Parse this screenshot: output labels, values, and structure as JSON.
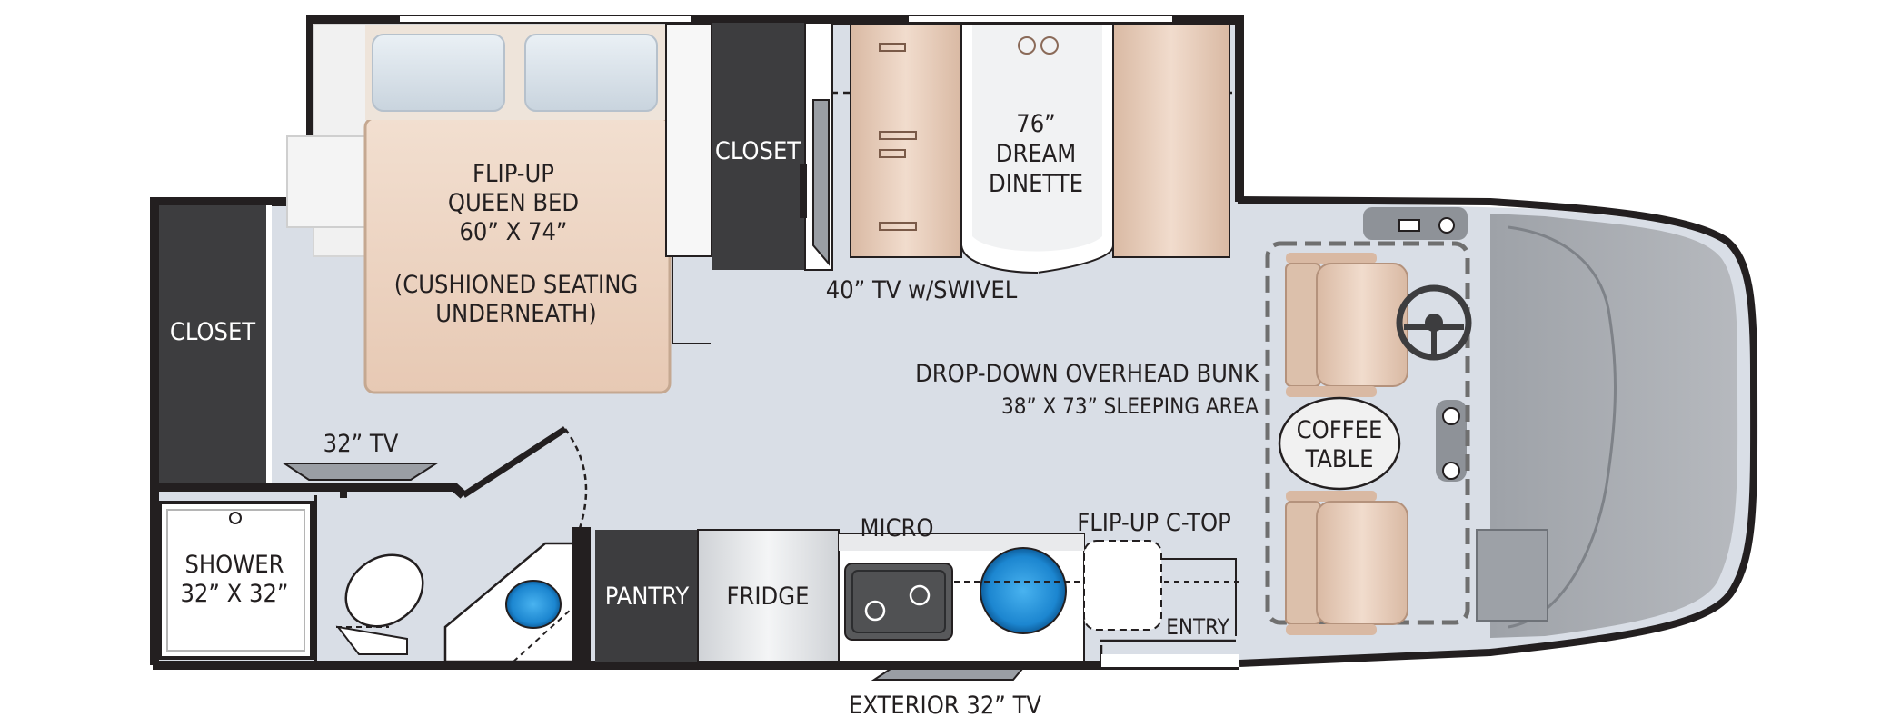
{
  "labels": {
    "bed_line1": "FLIP-UP",
    "bed_line2": "QUEEN BED",
    "bed_line3": "60” X 74”",
    "bed_line4": "(CUSHIONED SEATING",
    "bed_line5": "UNDERNEATH)",
    "closet_top": "CLOSET",
    "closet_left": "CLOSET",
    "dinette_line1": "76”",
    "dinette_line2": "DREAM",
    "dinette_line3": "DINETTE",
    "tv_swivel": "40” TV w/SWIVEL",
    "bunk_line1": "DROP-DOWN OVERHEAD BUNK",
    "bunk_line2": "38” X 73” SLEEPING AREA",
    "coffee_line1": "COFFEE",
    "coffee_line2": "TABLE",
    "tv_32": "32” TV",
    "shower_line1": "SHOWER",
    "shower_line2": "32” X 32”",
    "pantry": "PANTRY",
    "fridge": "FRIDGE",
    "micro": "MICRO",
    "flip_ctop": "FLIP-UP C-TOP",
    "entry": "ENTRY",
    "exterior_tv": "EXTERIOR 32” TV"
  },
  "colors": {
    "floor": "#d9dee6",
    "wall": "#231f20",
    "bed": "#ecd3bf",
    "seat": "#e3c7b1",
    "closet": "#3d3d3f",
    "sink_blue": "#1e90d8",
    "cab": "#a7abb1"
  }
}
